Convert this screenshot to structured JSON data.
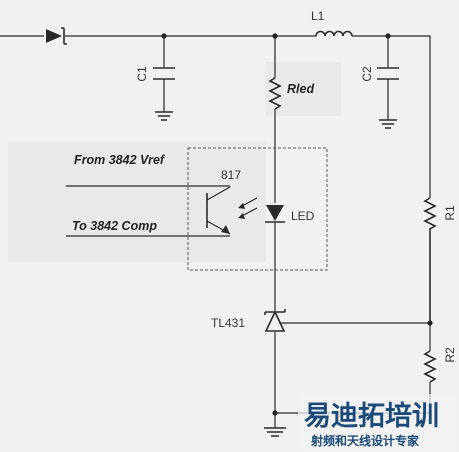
{
  "labels": {
    "l1": "L1",
    "c1": "C1",
    "c2": "C2",
    "rled": "Rled",
    "opto": "817",
    "led": "LED",
    "r1": "R1",
    "r2": "R2",
    "tl431": "TL431",
    "from_vref": "From 3842 Vref",
    "to_comp": "To 3842 Comp"
  },
  "watermark": {
    "brand": "易迪拓培训",
    "tagline": "射频和天线设计专家",
    "color": "#1a4a7a"
  }
}
